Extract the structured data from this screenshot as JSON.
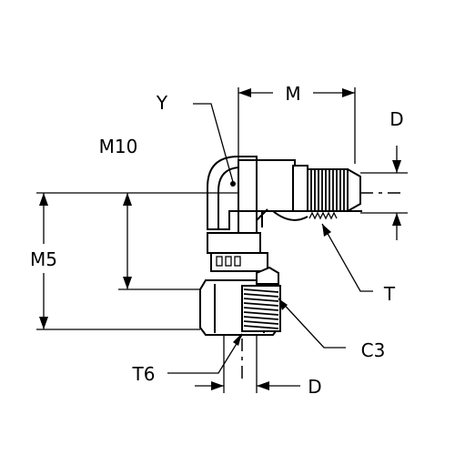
{
  "labels": {
    "y": "Y",
    "m": "M",
    "d_top": "D",
    "m10": "M10",
    "m5": "M5",
    "t": "T",
    "c3": "C3",
    "t6": "T6",
    "d_bottom": "D"
  }
}
